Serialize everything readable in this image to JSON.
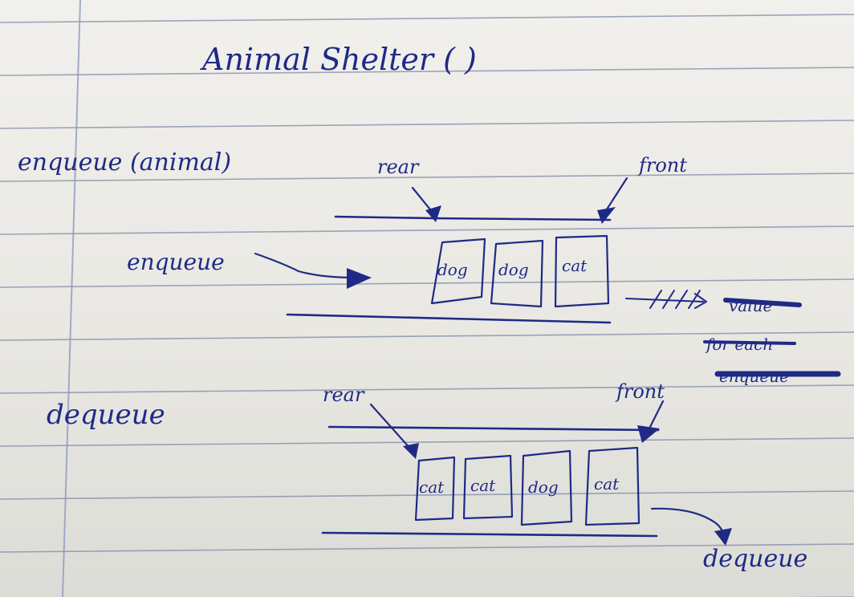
{
  "title": "Animal Shelter ( )",
  "enqueue_section": {
    "heading": "enqueue (animal)",
    "rear_label": "rear",
    "front_label": "front",
    "arrow_label": "enqueue",
    "boxes": [
      "dog",
      "dog",
      "cat"
    ]
  },
  "dequeue_section": {
    "heading": "dequeue",
    "rear_label": "rear",
    "front_label": "front",
    "boxes": [
      "cat",
      "cat",
      "dog",
      "cat"
    ],
    "out_label": "dequeue"
  },
  "scribbled_notes": [
    "value",
    "for each",
    "enqueue"
  ],
  "colors": {
    "ink": "#1f2a86",
    "paper": "#ecebe6",
    "rule_line": "#7f8aa8",
    "margin_line": "#8f9bc0"
  }
}
